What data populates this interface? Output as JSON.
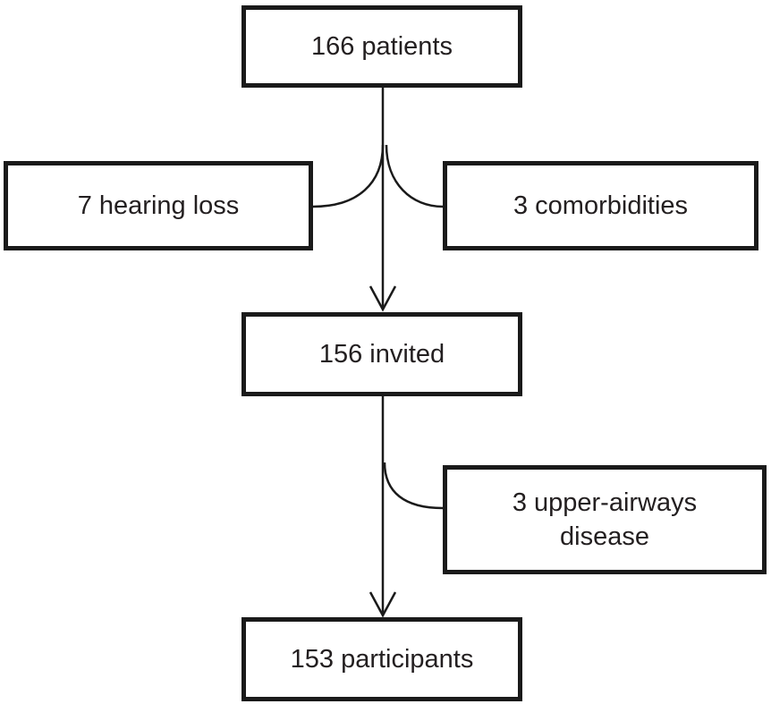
{
  "flowchart": {
    "top_box": "166 patients",
    "exclusion_left": "7 hearing loss",
    "exclusion_right": "3 comorbidities",
    "middle_box": "156 invited",
    "exclusion_second": [
      "3 upper-airways",
      "disease"
    ],
    "bottom_box": "153 participants"
  },
  "colors": {
    "border": "#1a1a1a",
    "text": "#231f20",
    "background": "#ffffff"
  }
}
